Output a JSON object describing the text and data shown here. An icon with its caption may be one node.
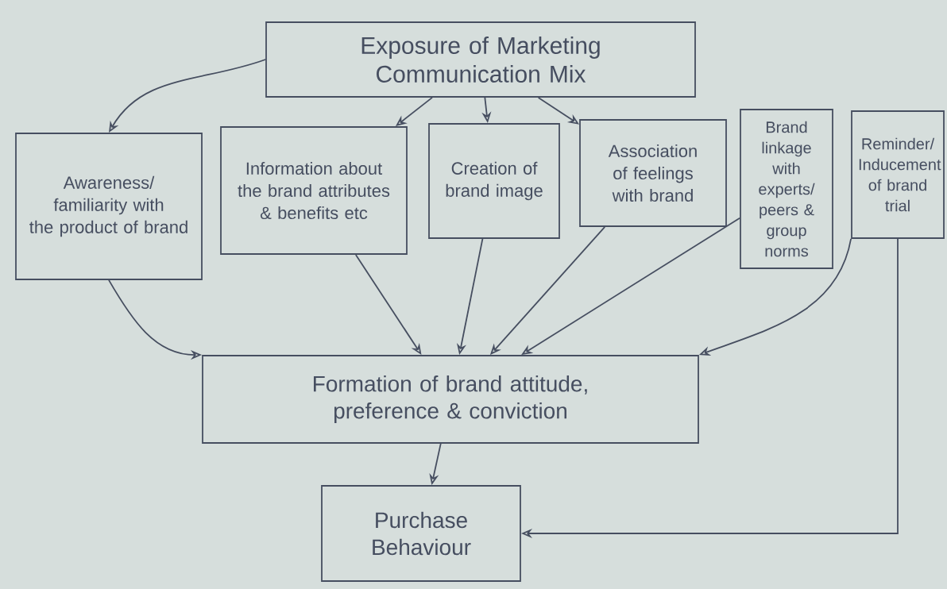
{
  "diagram": {
    "nodes": [
      {
        "text": [
          "Exposure of Marketing Communication Mix"
        ]
      },
      {
        "text": [
          "Awareness/ familiarity with the product of brand"
        ]
      },
      {
        "text": [
          "Information about the brand attributes & benefits etc"
        ]
      },
      {
        "text": [
          "Creation of brand image"
        ]
      },
      {
        "text": [
          "Association of feelings with brand"
        ]
      },
      {
        "text": [
          "Brand linkage with experts/ peers & group norms"
        ]
      },
      {
        "text": [
          "Reminder/ Inducement of brand trial"
        ]
      },
      {
        "text": [
          "Formation of brand attitude, preference & conviction"
        ]
      },
      {
        "text": [
          "Purchase Behaviour"
        ]
      }
    ],
    "edges": [
      {
        "from": 0,
        "to": 1,
        "arrow": "to"
      },
      {
        "from": 0,
        "to": 2,
        "arrow": "to"
      },
      {
        "from": 0,
        "to": 3,
        "arrow": "to"
      },
      {
        "from": 0,
        "to": 4,
        "arrow": "to"
      },
      {
        "from": 1,
        "to": 7,
        "arrow": "to"
      },
      {
        "from": 2,
        "to": 7,
        "arrow": "to"
      },
      {
        "from": 3,
        "to": 7,
        "arrow": "to"
      },
      {
        "from": 4,
        "to": 7,
        "arrow": "to"
      },
      {
        "from": 5,
        "to": 7,
        "arrow": "to"
      },
      {
        "from": 6,
        "to": 7,
        "arrow": "to"
      },
      {
        "from": 7,
        "to": 8,
        "arrow": "to"
      },
      {
        "from": 6,
        "to": 8,
        "arrow": "to"
      }
    ]
  }
}
